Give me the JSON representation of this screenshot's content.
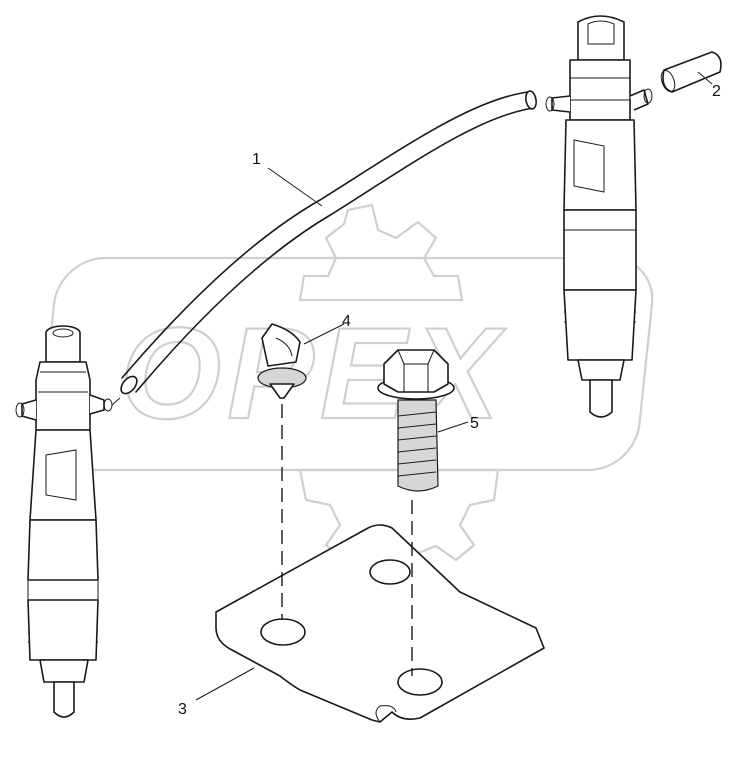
{
  "watermark": {
    "text": "OPEX"
  },
  "callouts": [
    {
      "id": "1",
      "label": "1"
    },
    {
      "id": "2",
      "label": "2"
    },
    {
      "id": "3",
      "label": "3"
    },
    {
      "id": "4",
      "label": "4"
    },
    {
      "id": "5",
      "label": "5"
    }
  ],
  "colors": {
    "line": "#1a1a1a",
    "watermark": "#cfcfcf",
    "background": "#ffffff"
  }
}
